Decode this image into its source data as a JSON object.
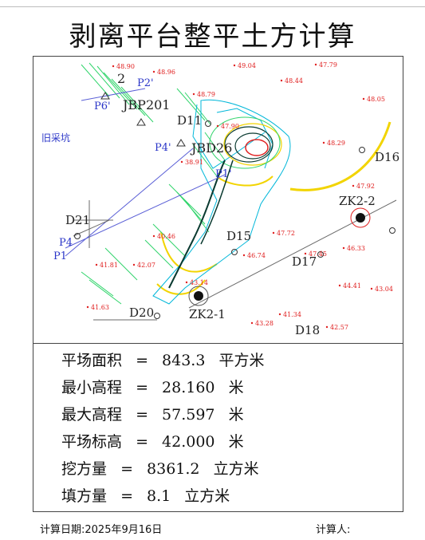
{
  "title": "剥离平台整平土方计算",
  "map": {
    "borehole_labels": [
      "ZK2-1",
      "ZK2-2"
    ],
    "point_labels": [
      "D11",
      "D15",
      "D16",
      "D17",
      "D18",
      "D20",
      "D21",
      "JBP201",
      "JBD26",
      "2"
    ],
    "blue_labels": [
      "P1",
      "P1'",
      "P2'",
      "P4",
      "P4'",
      "P6'",
      "旧采坑"
    ],
    "elevations": [
      "48.90",
      "48.96",
      "49.04",
      "47.79",
      "48.44",
      "48.79",
      "48.05",
      "47.90",
      "48.29",
      "38.91",
      "47.92",
      "40.46",
      "47.72",
      "46.74",
      "41.81",
      "42.07",
      "47.45",
      "46.33",
      "43.14",
      "44.41",
      "43.04",
      "41.63",
      "41.34",
      "43.28",
      "42.57"
    ]
  },
  "results": {
    "area": {
      "label": "平场面积",
      "eq": "=",
      "value": "843.3",
      "unit": "平方米"
    },
    "min_elev": {
      "label": "最小高程",
      "eq": "=",
      "value": "28.160",
      "unit": "米"
    },
    "max_elev": {
      "label": "最大高程",
      "eq": "=",
      "value": "57.597",
      "unit": "米"
    },
    "design_elev": {
      "label": "平场标高",
      "eq": "=",
      "value": "42.000",
      "unit": "米"
    },
    "cut": {
      "label": "挖方量",
      "eq": "=",
      "value": "8361.2",
      "unit": "立方米"
    },
    "fill": {
      "label": "填方量",
      "eq": "=",
      "value": "8.1",
      "unit": "立方米"
    }
  },
  "footer": {
    "date_label": "计算日期:",
    "date_value": "2025年9月16日",
    "calculator_label": "计算人:"
  },
  "colors": {
    "elevation": "#e02020",
    "boundary": "#00b7d9",
    "vegetation": "#2fd46a",
    "contour_yellow": "#f2d400",
    "annotation_blue": "#2a35c8"
  }
}
